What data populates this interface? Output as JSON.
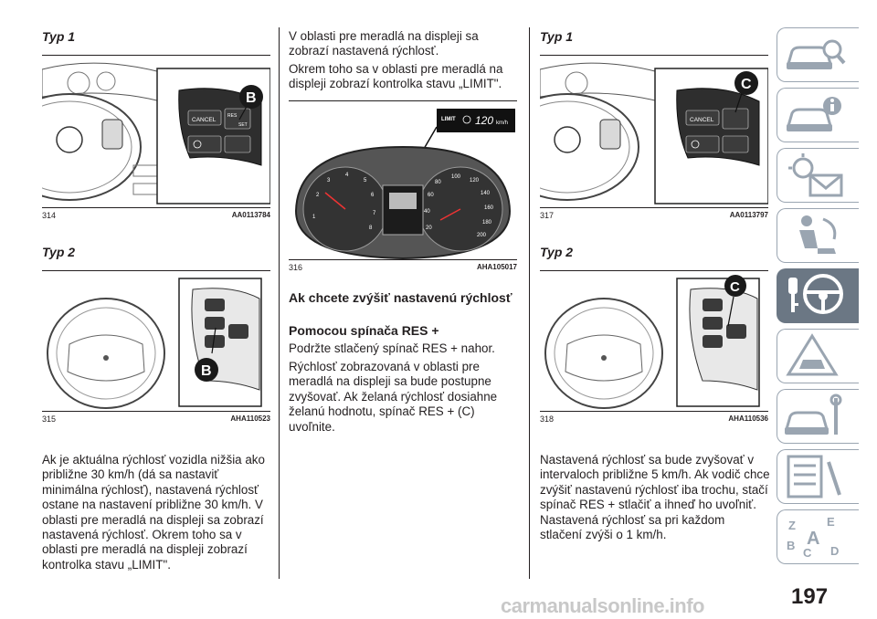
{
  "col1": {
    "typ1": "Typ 1",
    "fig1": {
      "num": "314",
      "code": "AA0113784",
      "callout": "B",
      "cancel": "CANCEL",
      "res": "RES",
      "set": "SET"
    },
    "typ2": "Typ 2",
    "fig2": {
      "num": "315",
      "code": "AHA110523",
      "callout": "B"
    },
    "para": "Ak je aktuálna rýchlosť vozidla nižšia ako približne 30 km/h (dá sa nastaviť minimálna rýchlosť), nastavená rýchlosť ostane na nastavení približne 30 km/h. V oblasti pre meradlá na displeji sa zobrazí nastavená rýchlosť. Okrem toho sa v oblasti pre meradlá na displeji zobrazí kontrolka stavu „LIMIT\"."
  },
  "col2": {
    "para1": "V oblasti pre meradlá na displeji sa zobrazí nastavená rýchlosť.",
    "para2": "Okrem toho sa v oblasti pre meradlá na displeji zobrazí kontrolka stavu „LIMIT\".",
    "fig3": {
      "num": "316",
      "code": "AHA105017",
      "limit": "LIMIT",
      "speed": "120",
      "unit": "km/h"
    },
    "heading": "Ak chcete zvýšiť nastavenú rýchlosť",
    "subheading": "Pomocou spínača RES +",
    "para3": "Podržte stlačený spínač RES + nahor.",
    "para4": "Rýchlosť zobrazovaná v oblasti pre meradlá na displeji sa bude postupne zvyšovať. Ak želaná rýchlosť dosiahne želanú hodnotu, spínač RES + (C) uvoľnite."
  },
  "col3": {
    "typ1": "Typ 1",
    "fig4": {
      "num": "317",
      "code": "AA0113797",
      "callout": "C",
      "cancel": "CANCEL"
    },
    "typ2": "Typ 2",
    "fig5": {
      "num": "318",
      "code": "AHA110536",
      "callout": "C"
    },
    "para": "Nastavená rýchlosť sa bude zvyšovať v intervaloch približne 5 km/h. Ak vodič chce zvýšiť nastavenú rýchlosť iba trochu, stačí spínač RES + stlačiť a ihneď ho uvoľniť. Nastavená rýchlosť sa pri každom stlačení zvýši o 1 km/h."
  },
  "page": {
    "number": "197",
    "watermark": "carmanualsonline.info"
  },
  "tabs": [
    "car-search-icon",
    "car-info-icon",
    "warning-light-mail-icon",
    "seat-airbag-icon",
    "key-steering-wheel-icon",
    "warning-triangle-car-icon",
    "car-tools-icon",
    "checklist-tools-icon",
    "index-letters-icon"
  ],
  "colors": {
    "text": "#231f20",
    "tab_active": "#6b7784",
    "tab_border": "#9aa5b1",
    "callout": "#1a1a1a"
  }
}
